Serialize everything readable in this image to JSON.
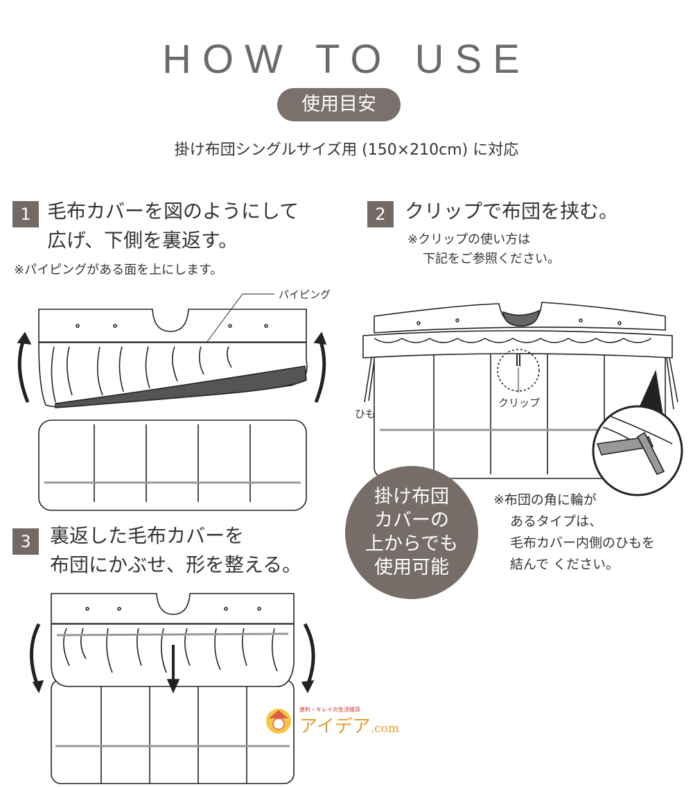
{
  "header": {
    "title": "HOW TO USE",
    "badge": "使用目安",
    "subtitle": "掛け布団シングルサイズ用 (150×210cm) に対応"
  },
  "steps": [
    {
      "number": "1",
      "lines": [
        "毛布カバーを図のようにして",
        "広げ、下側を裏返す。"
      ],
      "note": "※パイピングがある面を上にします。"
    },
    {
      "number": "2",
      "lines": [
        "クリップで布団を挟む。"
      ],
      "note_lines": [
        "※クリップの使い方は",
        "下記をご参照ください。"
      ]
    },
    {
      "number": "3",
      "lines": [
        "裏返した毛布カバーを",
        "布団にかぶせ、形を整える。"
      ]
    }
  ],
  "labels": {
    "piping": "パイピング",
    "clip": "クリップ",
    "string": "ひも"
  },
  "circle_badge": [
    "掛け布団",
    "カバーの",
    "上からでも",
    "使用可能"
  ],
  "corner_note": [
    "※布団の角に輪が",
    "あるタイプは、",
    "毛布カバー内側のひもを",
    "結んで ください。"
  ],
  "logo": {
    "tagline": "便利・キレイの生活雑貨",
    "name": "アイデア",
    "suffix": ".com"
  }
}
